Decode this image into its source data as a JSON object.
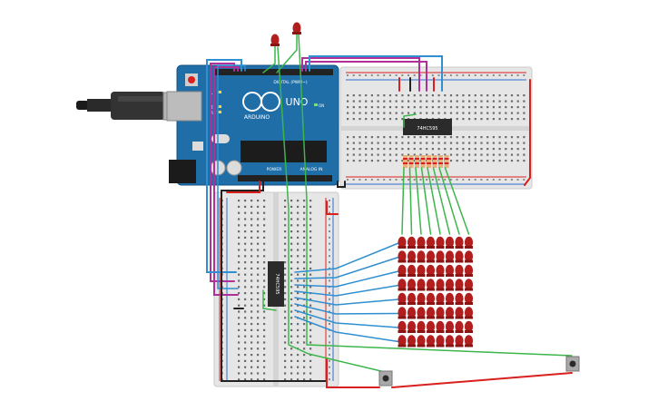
{
  "arduino": {
    "brand": "ARDUINO",
    "model": "UNO",
    "digital_label": "DIGITAL (PWM~)",
    "power_label": "POWER",
    "analog_label": "ANALOG IN",
    "on_label": "ON",
    "tx_label": "TX",
    "rx_label": "RX",
    "l_label": "L",
    "board_color": "#1f6ea8"
  },
  "chips": {
    "top_label": "74HC595",
    "bottom_label": "74HC595"
  },
  "led_matrix": {
    "rows": 8,
    "cols": 8,
    "color": "#b21e1e"
  },
  "wire_colors": {
    "green": "#3cb54a",
    "blue": "#2f8fd0",
    "purple": "#b0309a",
    "red": "#d9201f",
    "black": "#222222"
  }
}
